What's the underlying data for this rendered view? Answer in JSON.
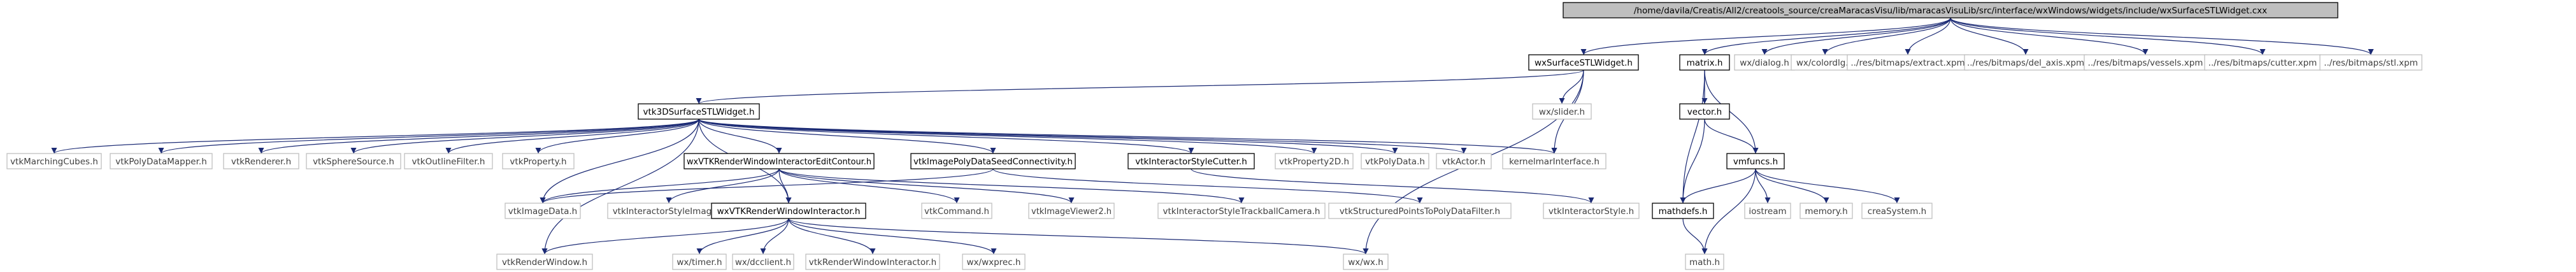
{
  "colors": {
    "background": "#ffffff",
    "edge": "#1b2a74",
    "root_fill": "#bfbfbf",
    "root_border": "#000000",
    "internal_fill": "#ffffff",
    "internal_border": "#000000",
    "external_border": "#bfbfbf",
    "text_internal": "#000000",
    "text_external": "#404040"
  },
  "nodes": [
    {
      "id": "root",
      "label": "/home/davila/Creatis/All2/creatools_source/creaMaracasVisu/lib/maracasVisuLib/src/interface/wxWindows/widgets/include/wxSurfaceSTLWidget.cxx",
      "kind": "root"
    },
    {
      "id": "wxSurfaceSTLWidget",
      "label": "wxSurfaceSTLWidget.h",
      "kind": "internal"
    },
    {
      "id": "matrix",
      "label": "matrix.h",
      "kind": "internal"
    },
    {
      "id": "wxdialog",
      "label": "wx/dialog.h",
      "kind": "external"
    },
    {
      "id": "wxcolordlg",
      "label": "wx/colordlg.h",
      "kind": "external"
    },
    {
      "id": "extract",
      "label": "../res/bitmaps/extract.xpm",
      "kind": "external"
    },
    {
      "id": "del_axis",
      "label": "../res/bitmaps/del_axis.xpm",
      "kind": "external"
    },
    {
      "id": "vessels",
      "label": "../res/bitmaps/vessels.xpm",
      "kind": "external"
    },
    {
      "id": "cutter",
      "label": "../res/bitmaps/cutter.xpm",
      "kind": "external"
    },
    {
      "id": "stl",
      "label": "../res/bitmaps/stl.xpm",
      "kind": "external"
    },
    {
      "id": "vtk3DSurfaceSTLWidget",
      "label": "vtk3DSurfaceSTLWidget.h",
      "kind": "internal"
    },
    {
      "id": "wxslider",
      "label": "wx/slider.h",
      "kind": "external"
    },
    {
      "id": "vector",
      "label": "vector.h",
      "kind": "internal"
    },
    {
      "id": "vtkMarchingCubes",
      "label": "vtkMarchingCubes.h",
      "kind": "external"
    },
    {
      "id": "vtkPolyDataMapper",
      "label": "vtkPolyDataMapper.h",
      "kind": "external"
    },
    {
      "id": "vtkRenderer",
      "label": "vtkRenderer.h",
      "kind": "external"
    },
    {
      "id": "vtkSphereSource",
      "label": "vtkSphereSource.h",
      "kind": "external"
    },
    {
      "id": "vtkOutlineFilter",
      "label": "vtkOutlineFilter.h",
      "kind": "external"
    },
    {
      "id": "vtkProperty",
      "label": "vtkProperty.h",
      "kind": "external"
    },
    {
      "id": "wxVTKRWIEditContour",
      "label": "wxVTKRenderWindowInteractorEditContour.h",
      "kind": "internal"
    },
    {
      "id": "vtkImagePolyDataSeedConnectivity",
      "label": "vtkImagePolyDataSeedConnectivity.h",
      "kind": "internal"
    },
    {
      "id": "vtkInteractorStyleCutter",
      "label": "vtkInteractorStyleCutter.h",
      "kind": "internal"
    },
    {
      "id": "vtkProperty2D",
      "label": "vtkProperty2D.h",
      "kind": "external"
    },
    {
      "id": "vtkPolyData",
      "label": "vtkPolyData.h",
      "kind": "external"
    },
    {
      "id": "vtkActor",
      "label": "vtkActor.h",
      "kind": "external"
    },
    {
      "id": "kernelmarinterface",
      "label": "kernelmarInterface.h",
      "kind": "external"
    },
    {
      "id": "vmfuncs",
      "label": "vmfuncs.h",
      "kind": "internal"
    },
    {
      "id": "vtkImageData",
      "label": "vtkImageData.h",
      "kind": "external"
    },
    {
      "id": "vtkInteractorStyleImage",
      "label": "vtkInteractorStyleImage.h",
      "kind": "external"
    },
    {
      "id": "wxVTKRWI",
      "label": "wxVTKRenderWindowInteractor.h",
      "kind": "internal"
    },
    {
      "id": "vtkCommand",
      "label": "vtkCommand.h",
      "kind": "external"
    },
    {
      "id": "vtkImageViewer2",
      "label": "vtkImageViewer2.h",
      "kind": "external"
    },
    {
      "id": "vtkInteractorStyleTrackballCamera",
      "label": "vtkInteractorStyleTrackballCamera.h",
      "kind": "external"
    },
    {
      "id": "vtkStructuredPointsToPolyDataFilter",
      "label": "vtkStructuredPointsToPolyDataFilter.h",
      "kind": "external"
    },
    {
      "id": "vtkInteractorStyle",
      "label": "vtkInteractorStyle.h",
      "kind": "external"
    },
    {
      "id": "mathdefs",
      "label": "mathdefs.h",
      "kind": "internal"
    },
    {
      "id": "iostream",
      "label": "iostream",
      "kind": "external"
    },
    {
      "id": "memory",
      "label": "memory.h",
      "kind": "external"
    },
    {
      "id": "creaSystem",
      "label": "creaSystem.h",
      "kind": "external"
    },
    {
      "id": "vtkRenderWindow",
      "label": "vtkRenderWindow.h",
      "kind": "external"
    },
    {
      "id": "wxtimer",
      "label": "wx/timer.h",
      "kind": "external"
    },
    {
      "id": "wxdcclient",
      "label": "wx/dcclient.h",
      "kind": "external"
    },
    {
      "id": "vtkRenderWindowInteractor",
      "label": "vtkRenderWindowInteractor.h",
      "kind": "external"
    },
    {
      "id": "wxwxprec",
      "label": "wx/wxprec.h",
      "kind": "external"
    },
    {
      "id": "wxwx",
      "label": "wx/wx.h",
      "kind": "external"
    },
    {
      "id": "math",
      "label": "math.h",
      "kind": "external"
    }
  ],
  "edges": [
    [
      "root",
      "wxSurfaceSTLWidget"
    ],
    [
      "root",
      "matrix"
    ],
    [
      "root",
      "wxdialog"
    ],
    [
      "root",
      "wxcolordlg"
    ],
    [
      "root",
      "extract"
    ],
    [
      "root",
      "del_axis"
    ],
    [
      "root",
      "vessels"
    ],
    [
      "root",
      "cutter"
    ],
    [
      "root",
      "stl"
    ],
    [
      "wxSurfaceSTLWidget",
      "vtk3DSurfaceSTLWidget"
    ],
    [
      "wxSurfaceSTLWidget",
      "wxslider"
    ],
    [
      "wxSurfaceSTLWidget",
      "kernelmarinterface"
    ],
    [
      "wxSurfaceSTLWidget",
      "wxwx"
    ],
    [
      "matrix",
      "vector"
    ],
    [
      "matrix",
      "vmfuncs"
    ],
    [
      "matrix",
      "mathdefs"
    ],
    [
      "vector",
      "vmfuncs"
    ],
    [
      "vector",
      "mathdefs"
    ],
    [
      "vmfuncs",
      "mathdefs"
    ],
    [
      "vmfuncs",
      "iostream"
    ],
    [
      "vmfuncs",
      "memory"
    ],
    [
      "vmfuncs",
      "creaSystem"
    ],
    [
      "vmfuncs",
      "math"
    ],
    [
      "mathdefs",
      "math"
    ],
    [
      "vtk3DSurfaceSTLWidget",
      "vtkMarchingCubes"
    ],
    [
      "vtk3DSurfaceSTLWidget",
      "vtkPolyDataMapper"
    ],
    [
      "vtk3DSurfaceSTLWidget",
      "vtkRenderer"
    ],
    [
      "vtk3DSurfaceSTLWidget",
      "vtkSphereSource"
    ],
    [
      "vtk3DSurfaceSTLWidget",
      "vtkOutlineFilter"
    ],
    [
      "vtk3DSurfaceSTLWidget",
      "vtkProperty"
    ],
    [
      "vtk3DSurfaceSTLWidget",
      "wxVTKRWIEditContour"
    ],
    [
      "vtk3DSurfaceSTLWidget",
      "vtkImagePolyDataSeedConnectivity"
    ],
    [
      "vtk3DSurfaceSTLWidget",
      "vtkInteractorStyleCutter"
    ],
    [
      "vtk3DSurfaceSTLWidget",
      "vtkProperty2D"
    ],
    [
      "vtk3DSurfaceSTLWidget",
      "vtkPolyData"
    ],
    [
      "vtk3DSurfaceSTLWidget",
      "vtkActor"
    ],
    [
      "vtk3DSurfaceSTLWidget",
      "kernelmarinterface"
    ],
    [
      "vtk3DSurfaceSTLWidget",
      "vtkImageData"
    ],
    [
      "vtk3DSurfaceSTLWidget",
      "vtkRenderWindow"
    ],
    [
      "vtk3DSurfaceSTLWidget",
      "wxVTKRWI"
    ],
    [
      "wxVTKRWIEditContour",
      "wxVTKRWI"
    ],
    [
      "wxVTKRWIEditContour",
      "vtkImageData"
    ],
    [
      "wxVTKRWIEditContour",
      "vtkInteractorStyleImage"
    ],
    [
      "wxVTKRWIEditContour",
      "vtkCommand"
    ],
    [
      "wxVTKRWIEditContour",
      "vtkImageViewer2"
    ],
    [
      "wxVTKRWIEditContour",
      "vtkInteractorStyleTrackballCamera"
    ],
    [
      "vtkImagePolyDataSeedConnectivity",
      "vtkImageData"
    ],
    [
      "vtkImagePolyDataSeedConnectivity",
      "vtkStructuredPointsToPolyDataFilter"
    ],
    [
      "vtkInteractorStyleCutter",
      "vtkInteractorStyle"
    ],
    [
      "wxVTKRWI",
      "vtkRenderWindow"
    ],
    [
      "wxVTKRWI",
      "wxtimer"
    ],
    [
      "wxVTKRWI",
      "wxdcclient"
    ],
    [
      "wxVTKRWI",
      "vtkRenderWindowInteractor"
    ],
    [
      "wxVTKRWI",
      "wxwxprec"
    ],
    [
      "wxVTKRWI",
      "wxwx"
    ]
  ]
}
